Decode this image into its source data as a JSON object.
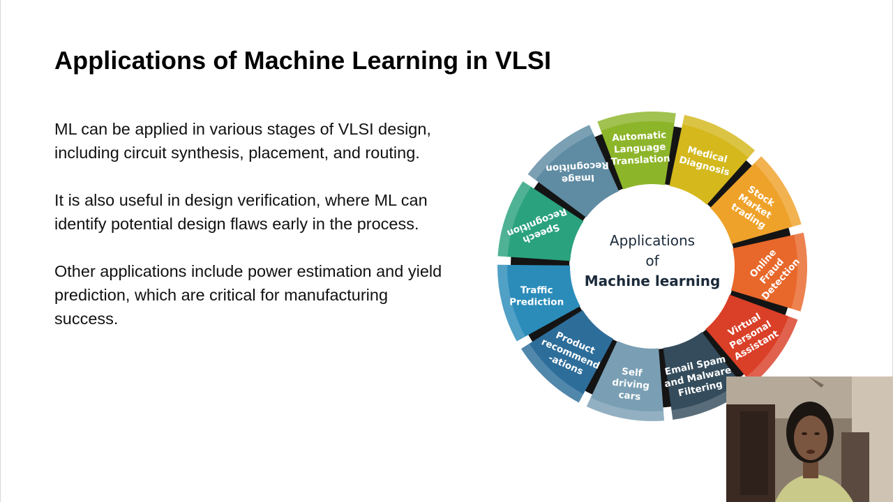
{
  "slide": {
    "title": "Applications of Machine Learning in VLSI",
    "paragraphs": [
      "ML can be applied in various stages of VLSI design, including circuit synthesis, placement, and routing.",
      "It is also useful in design verification, where ML can identify potential design flaws early in the process.",
      "Other applications include power estimation and yield prediction, which are critical for manufacturing success."
    ]
  },
  "diagram": {
    "center_lines": [
      "Applications",
      "of",
      "Machine learning"
    ],
    "segments": [
      {
        "lines": [
          "Automatic",
          "Language",
          "Translation"
        ],
        "color": "#8db52a"
      },
      {
        "lines": [
          "Medical",
          "Diagnosis"
        ],
        "color": "#d4b81c"
      },
      {
        "lines": [
          "Stock",
          "Market",
          "trading"
        ],
        "color": "#efa22a"
      },
      {
        "lines": [
          "Online",
          "Fraud",
          "Detection"
        ],
        "color": "#e8672a"
      },
      {
        "lines": [
          "Virtual",
          "Personal",
          "Assistant"
        ],
        "color": "#da3f27"
      },
      {
        "lines": [
          "Email Spam",
          "and Malware",
          "Filtering"
        ],
        "color": "#344c5c"
      },
      {
        "lines": [
          "Self",
          "driving",
          "cars"
        ],
        "color": "#7a9fb4"
      },
      {
        "lines": [
          "Product",
          "recommend",
          "-ations"
        ],
        "color": "#2d6d9a"
      },
      {
        "lines": [
          "Traffic",
          "Prediction"
        ],
        "color": "#2b8cba"
      },
      {
        "lines": [
          "Speech",
          "Recognition"
        ],
        "color": "#2aa27e"
      },
      {
        "lines": [
          "Image",
          "Recognition"
        ],
        "color": "#5f8ba3"
      }
    ],
    "center_text_color": "#1b2a3a"
  },
  "webcam": {
    "description_icon": "presenter-webcam"
  }
}
